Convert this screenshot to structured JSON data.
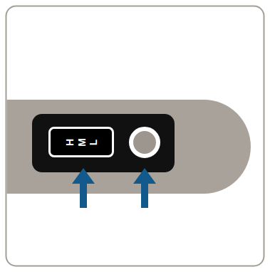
{
  "diagram": {
    "nodes": [
      {
        "text": [
          "H",
          "M",
          "L"
        ]
      }
    ]
  }
}
